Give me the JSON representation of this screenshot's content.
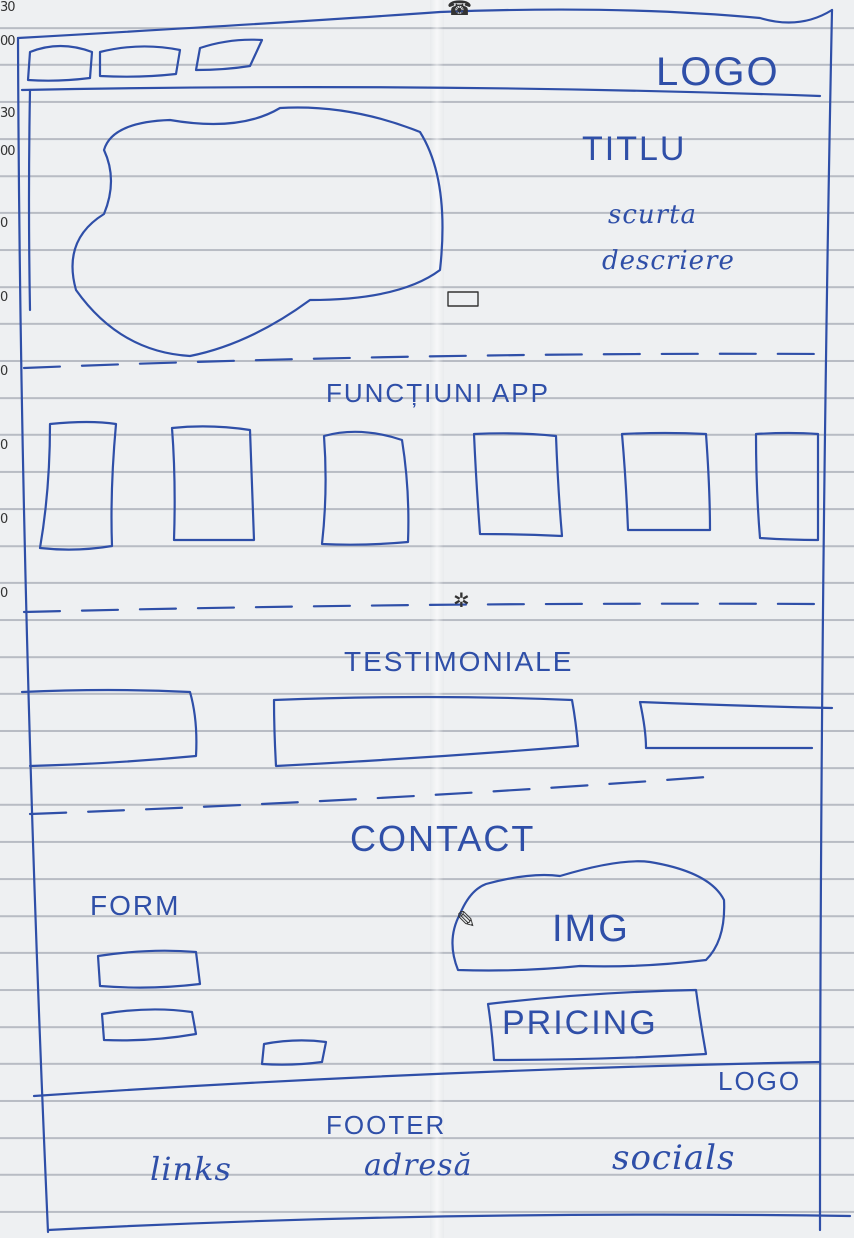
{
  "margin_numbers": [
    "30",
    "00",
    "30",
    "00",
    "0",
    "0",
    "0",
    "0",
    "0",
    "0"
  ],
  "header": {
    "logo": "LOGO"
  },
  "hero": {
    "title": "TITLU",
    "desc_line1": "scurta",
    "desc_line2": "descriere"
  },
  "features": {
    "heading": "FUNCȚIUNI APP"
  },
  "testimonials": {
    "heading": "TESTIMONIALE"
  },
  "contact": {
    "heading": "CONTACT",
    "form_label": "FORM",
    "image_label": "IMG",
    "pricing_label": "PRICING"
  },
  "footer": {
    "logo": "LOGO",
    "heading": "FOOTER",
    "links_label": "links",
    "address_label": "adresă",
    "socials_label": "socials"
  },
  "icons": {
    "phone": "phone-icon",
    "gear": "gear-icon",
    "pencil": "pencil-icon",
    "card": "card-icon"
  },
  "colors": {
    "ink": "#2f4fa8",
    "paper": "#eef0f2",
    "rule": "#b8bcc4"
  }
}
